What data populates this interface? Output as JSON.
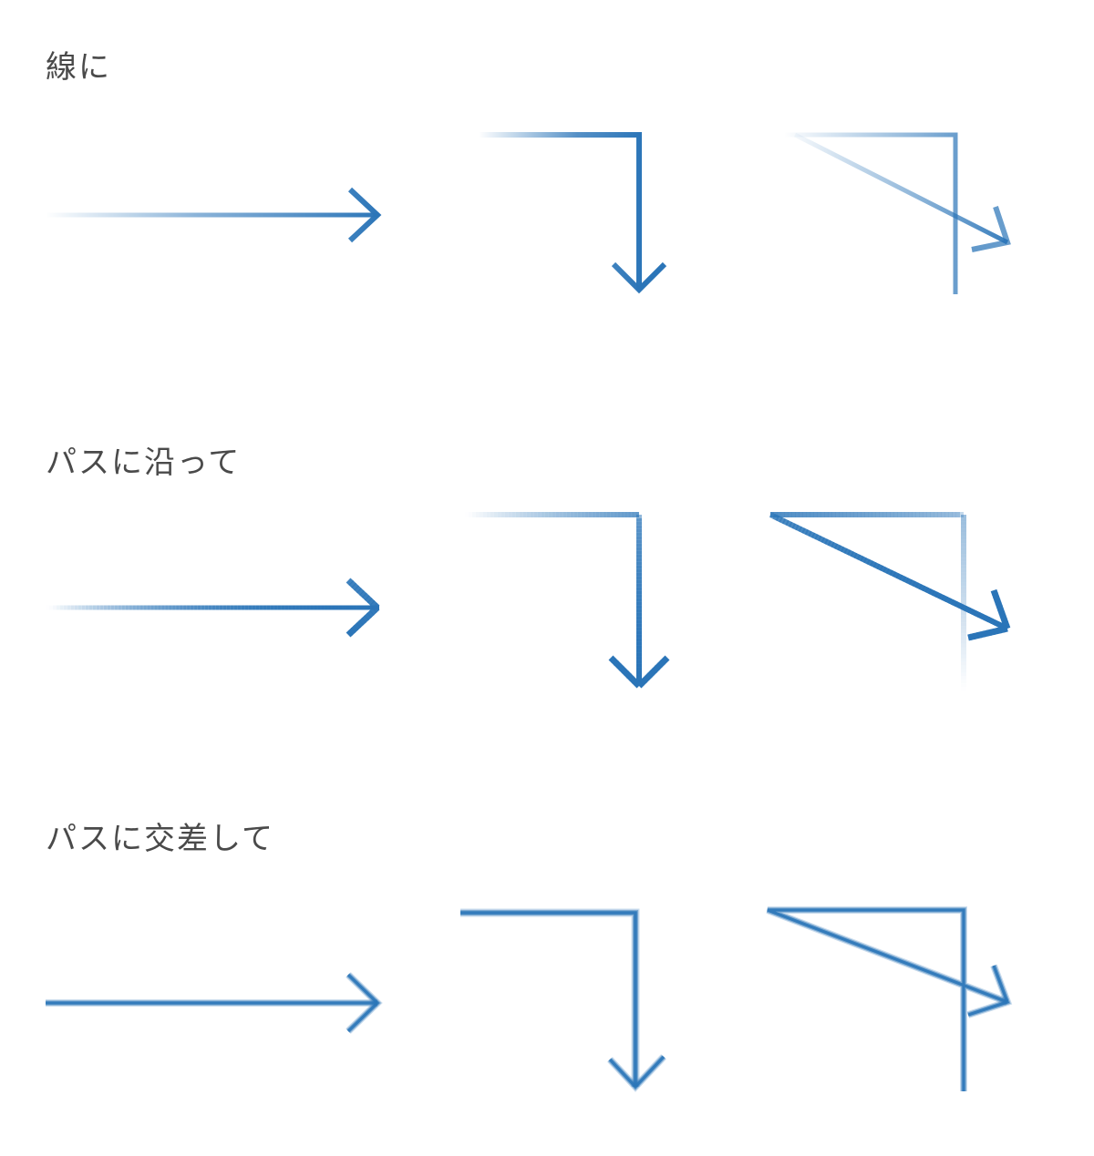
{
  "sections": [
    {
      "title": "線に",
      "mode": "linear",
      "diagrams": [
        "straight-arrow",
        "corner-arrow",
        "triangle-arrow"
      ]
    },
    {
      "title": "パスに沿って",
      "mode": "along-path",
      "diagrams": [
        "straight-arrow",
        "corner-arrow",
        "triangle-arrow"
      ]
    },
    {
      "title": "パスに交差して",
      "mode": "across-path",
      "diagrams": [
        "straight-arrow",
        "corner-arrow",
        "triangle-arrow"
      ]
    }
  ],
  "colors": {
    "stroke": "#2b75b8",
    "fade": "#ffffff",
    "title": "#4a4a4a"
  }
}
